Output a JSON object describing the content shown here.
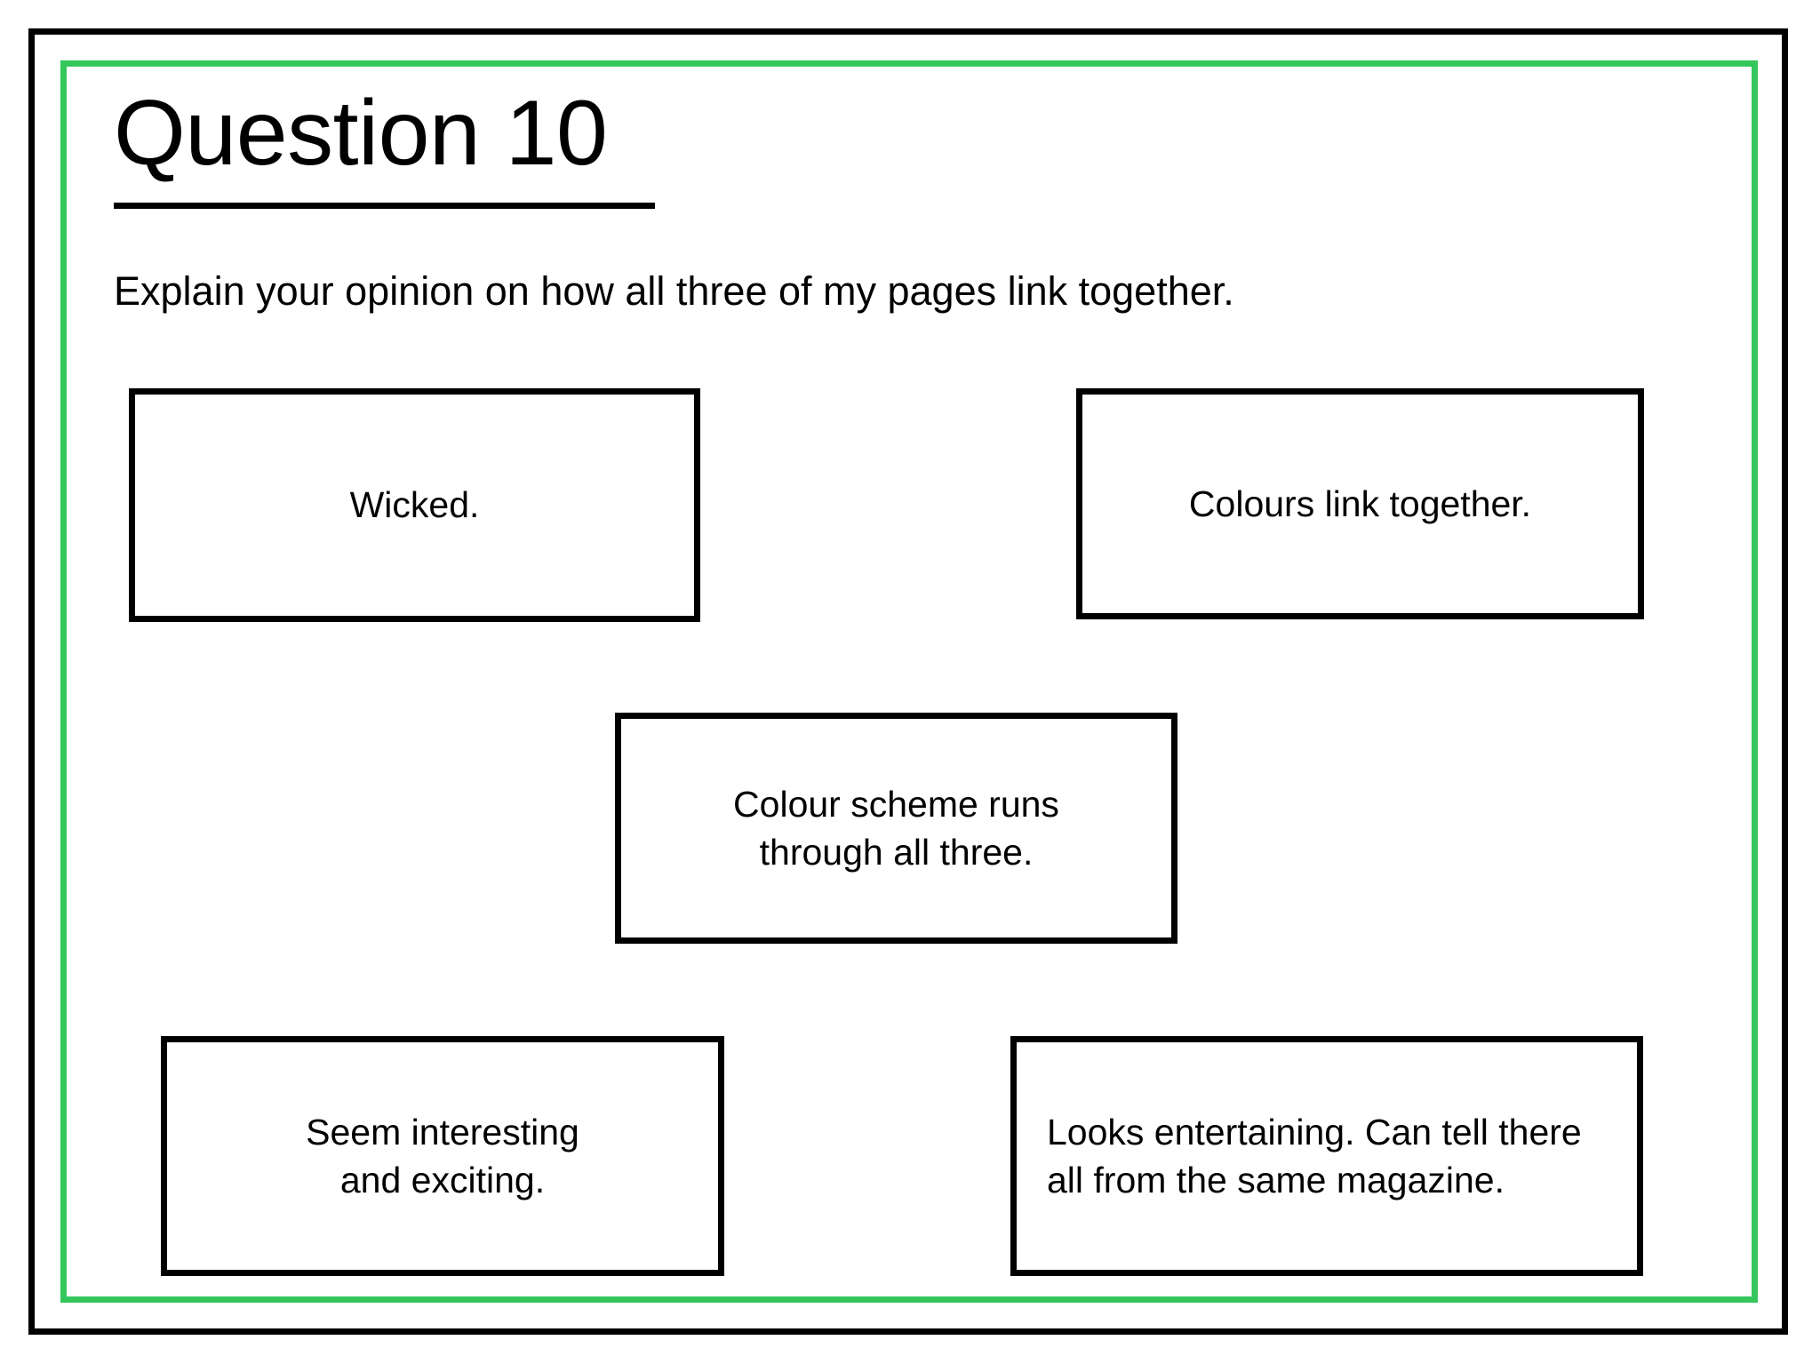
{
  "slide": {
    "title": "Question 10",
    "prompt": "Explain your opinion on how all three of my pages link together.",
    "colors": {
      "outer_frame": "#000000",
      "inner_frame": "#34C65B",
      "text": "#000000",
      "background": "#FFFFFF"
    },
    "response_boxes": [
      {
        "id": "wicked",
        "text": "Wicked."
      },
      {
        "id": "colours-link",
        "text": "Colours link together."
      },
      {
        "id": "colour-scheme",
        "text": "Colour scheme runs\nthrough all three."
      },
      {
        "id": "interesting",
        "text": "Seem interesting\nand exciting."
      },
      {
        "id": "entertaining",
        "text": "Looks entertaining. Can tell there\nall from the same magazine."
      }
    ]
  }
}
